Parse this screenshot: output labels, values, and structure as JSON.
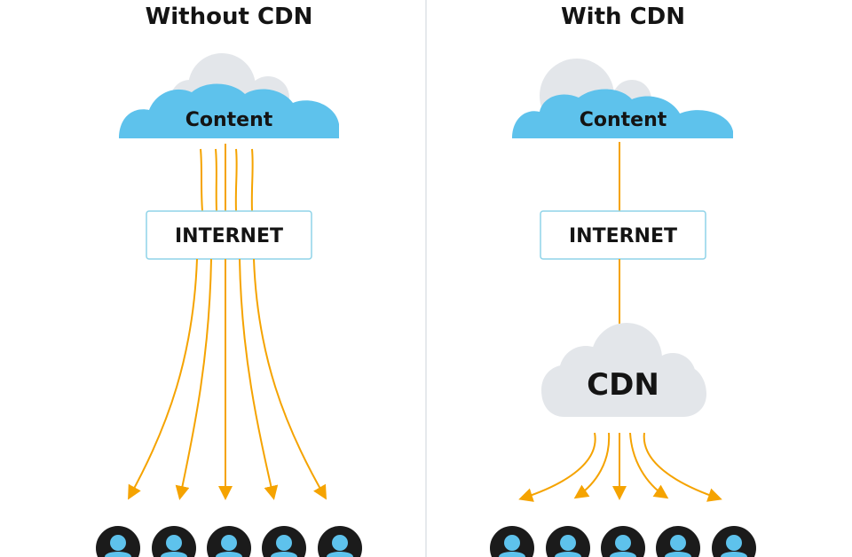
{
  "left_panel": {
    "title": "Without CDN",
    "cloud_label": "Content",
    "box_label": "INTERNET"
  },
  "right_panel": {
    "title": "With CDN",
    "cloud_label": "Content",
    "box_label": "INTERNET",
    "cdn_label": "CDN"
  },
  "colors": {
    "cloud_blue": "#5ec2ec",
    "cloud_gray": "#e3e6ea",
    "arrow_orange": "#f5a300",
    "box_border": "#8fd3e8",
    "user_dark": "#1b1b1b",
    "user_blue": "#5ec2ec"
  }
}
